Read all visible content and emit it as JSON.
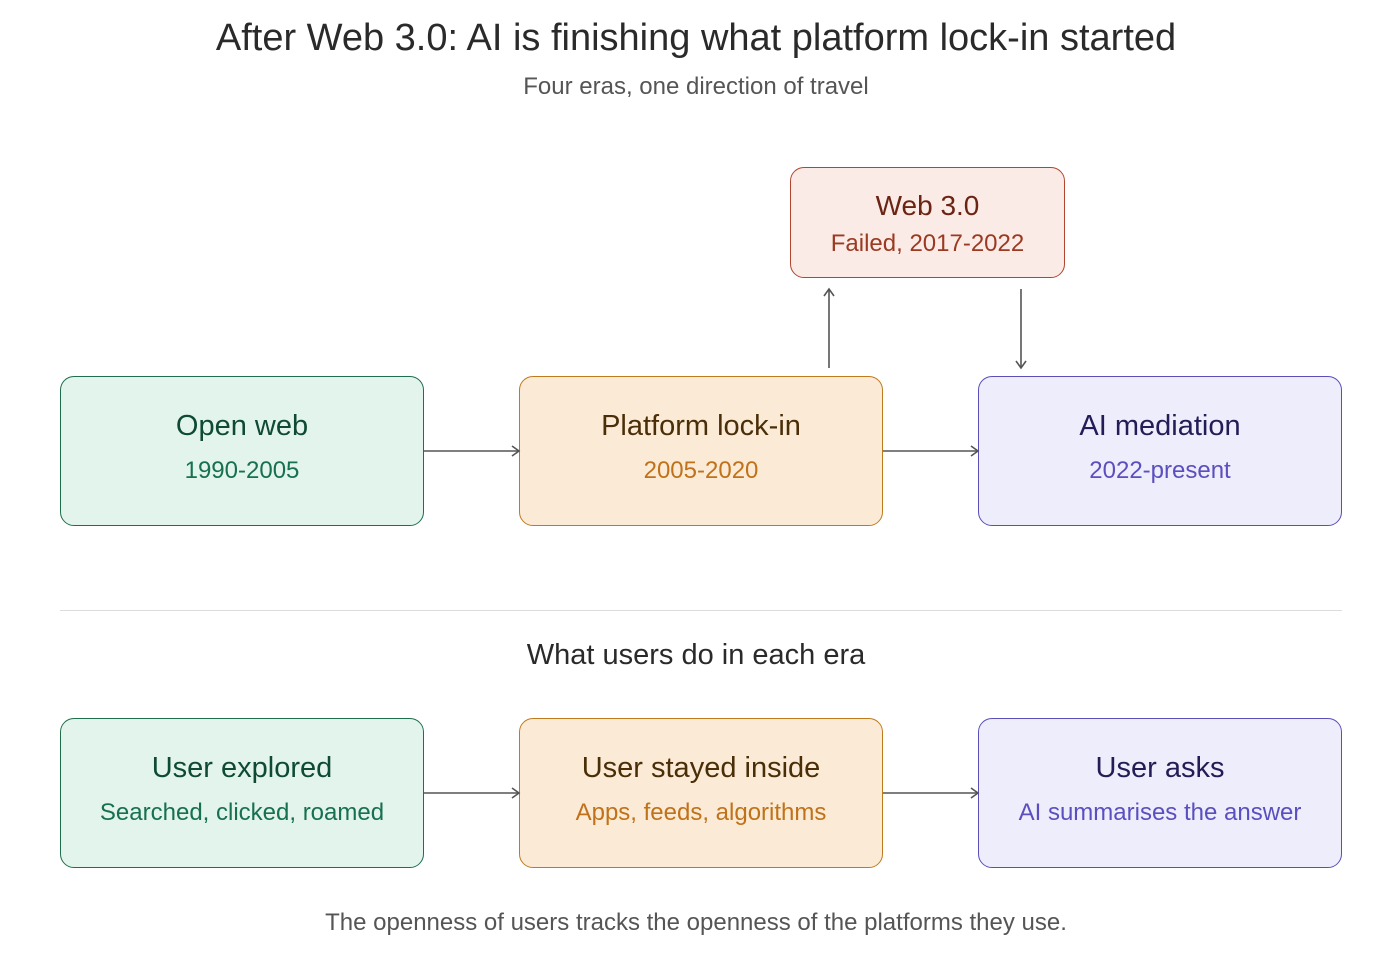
{
  "header": {
    "title": "After Web 3.0: AI is finishing what platform lock-in started",
    "subtitle": "Four eras, one direction of travel"
  },
  "eras": [
    {
      "name": "Open web",
      "period": "1990-2005"
    },
    {
      "name": "Platform lock-in",
      "period": "2005-2020"
    },
    {
      "name": "AI mediation",
      "period": "2022-present"
    }
  ],
  "detour": {
    "name": "Web 3.0",
    "period": "Failed, 2017-2022"
  },
  "users_section": {
    "title": "What users do in each era",
    "items": [
      {
        "name": "User explored",
        "detail": "Searched, clicked, roamed"
      },
      {
        "name": "User stayed inside",
        "detail": "Apps, feeds, algorithms"
      },
      {
        "name": "User asks",
        "detail": "AI summarises the answer"
      }
    ]
  },
  "footer": "The openness of users tracks the openness of the platforms they use.",
  "colors": {
    "open_web": "#e2f4ec",
    "platform": "#fbebd6",
    "ai": "#eeedfb",
    "web3": "#fbebe6",
    "arrow": "#555555"
  }
}
